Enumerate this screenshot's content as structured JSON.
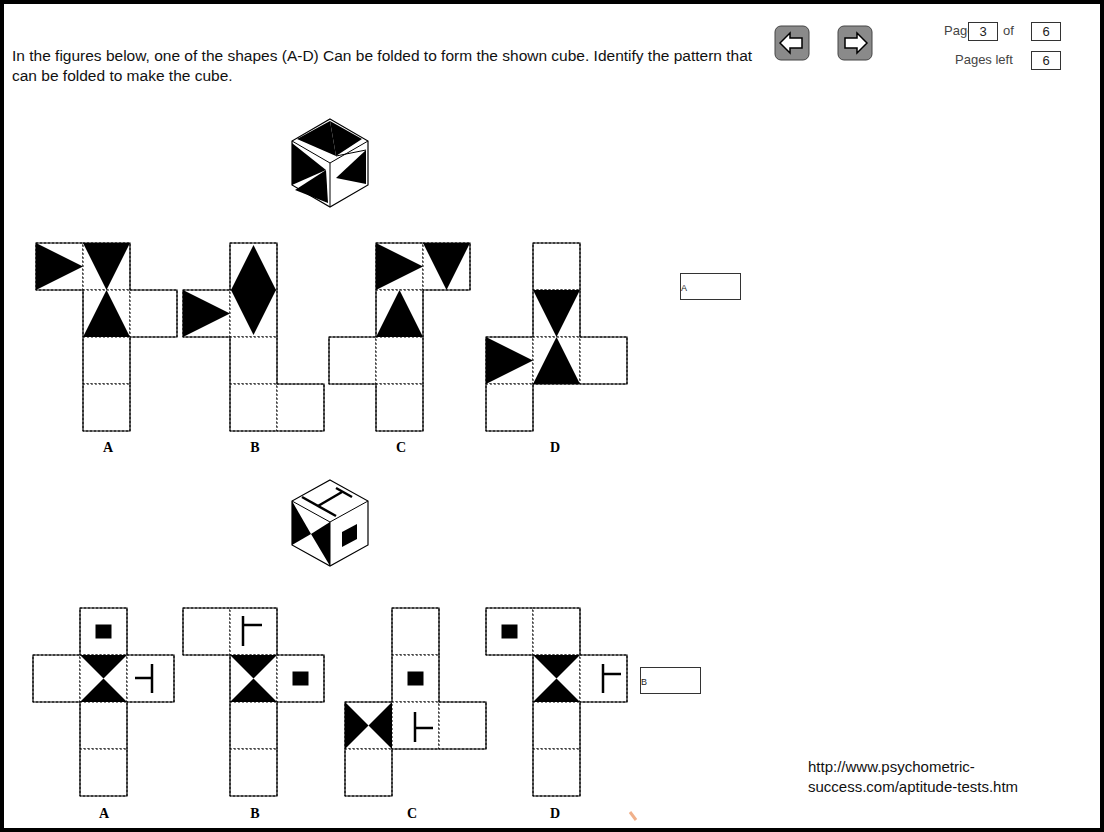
{
  "diagram": {
    "title": "In the figures below, one of the shapes (A-D) Can be folded to form the shown cube.  Identify the pattern that can be folded to make the cube.",
    "nodes": [
      {
        "text": [
          "3"
        ]
      },
      {
        "text": [
          "6"
        ]
      },
      {
        "text": [
          "6"
        ]
      },
      {
        "text": [
          "A"
        ]
      },
      {
        "text": [
          "B"
        ]
      }
    ],
    "labels": [
      "A",
      "B",
      "C",
      "D",
      "A",
      "B",
      "C",
      "D",
      "Page",
      "of",
      "Pages left",
      "http://www.psychometric-success.com/aptitude-tests.htm"
    ]
  }
}
